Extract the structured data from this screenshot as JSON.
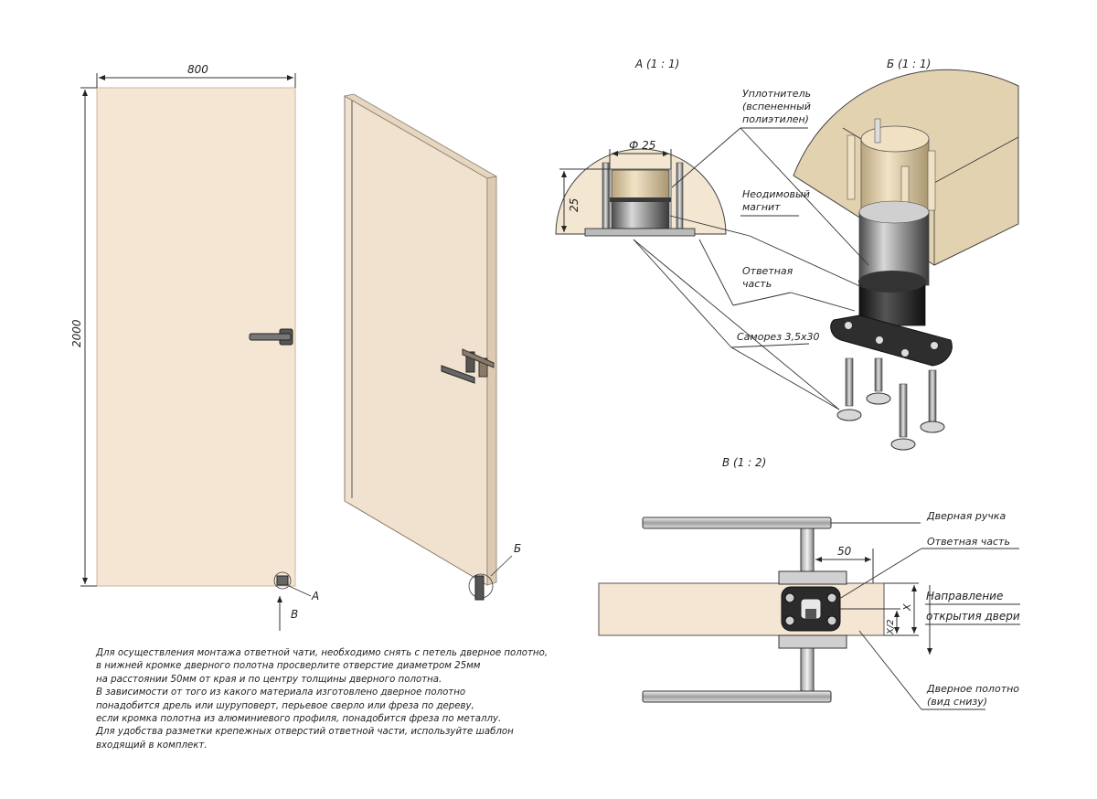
{
  "dimensions": {
    "door_width": "800",
    "door_height": "2000",
    "hole_diameter": "Ф 25",
    "hole_depth": "25",
    "edge_offset": "50",
    "half_x": "X/2",
    "x": "X"
  },
  "views": {
    "a": "А (1 : 1)",
    "b": "Б (1 : 1)",
    "v": "В (1 : 2)",
    "marker_a": "А",
    "marker_b": "Б",
    "marker_v": "В"
  },
  "labels": {
    "seal": [
      "Уплотнитель",
      "(вспененный",
      "полиэтилен)"
    ],
    "magnet": [
      "Неодимовый",
      "магнит"
    ],
    "strike": [
      "Ответная",
      "часть"
    ],
    "screw": "Саморез 3,5х30",
    "door_handle": "Дверная ручка",
    "strike_part": "Ответная часть",
    "open_direction": [
      "Направление",
      "открытия двери"
    ],
    "door_leaf": [
      "Дверное полотно",
      "(вид снизу)"
    ]
  },
  "notes": [
    "Для осуществления монтажа ответной чати, необходимо снять с петель дверное полотно,",
    "в нижней кромке дверного полотна просверлите отверстие диаметром 25мм",
    "на расстоянии 50мм от края и по центру толщины дверного полотна.",
    "В зависимости от того из какого материала изготовлено дверное полотно",
    "понадобится дрель или шуруповерт, перьевое сверло или фреза по дереву,",
    "если кромка полотна из алюминиевого профиля, понадобится фреза по металлу.",
    "Для удобства разметки крепежных отверстий ответной части, используйте шаблон",
    "входящий в комплект."
  ],
  "colors": {
    "door": "#f5e6d3",
    "door_edge": "#e8d7bf",
    "metal_dark": "#2e2e2e",
    "metal_light": "#bfbfbf",
    "wood_plug": "#e3d2b0"
  }
}
